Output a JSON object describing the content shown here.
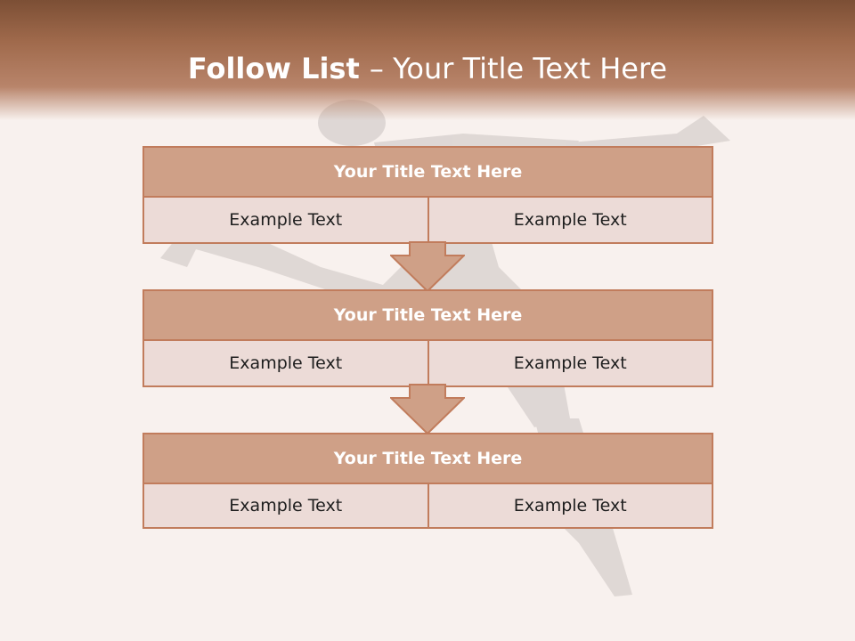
{
  "slide": {
    "title_bold": "Follow List ",
    "title_rest": " – Your Title Text Here"
  },
  "steps": [
    {
      "title": "Your Title Text Here",
      "left": "Example Text",
      "right": "Example Text"
    },
    {
      "title": "Your Title Text Here",
      "left": "Example Text",
      "right": "Example Text"
    },
    {
      "title": "Your Title Text Here",
      "left": "Example Text",
      "right": "Example Text"
    }
  ],
  "colors": {
    "header_dark": "#7c4f35",
    "box_border": "#c17c5c",
    "box_title_fill": "#cfa087",
    "box_row_fill": "#ecdbd7",
    "background": "#f8f1ee"
  }
}
